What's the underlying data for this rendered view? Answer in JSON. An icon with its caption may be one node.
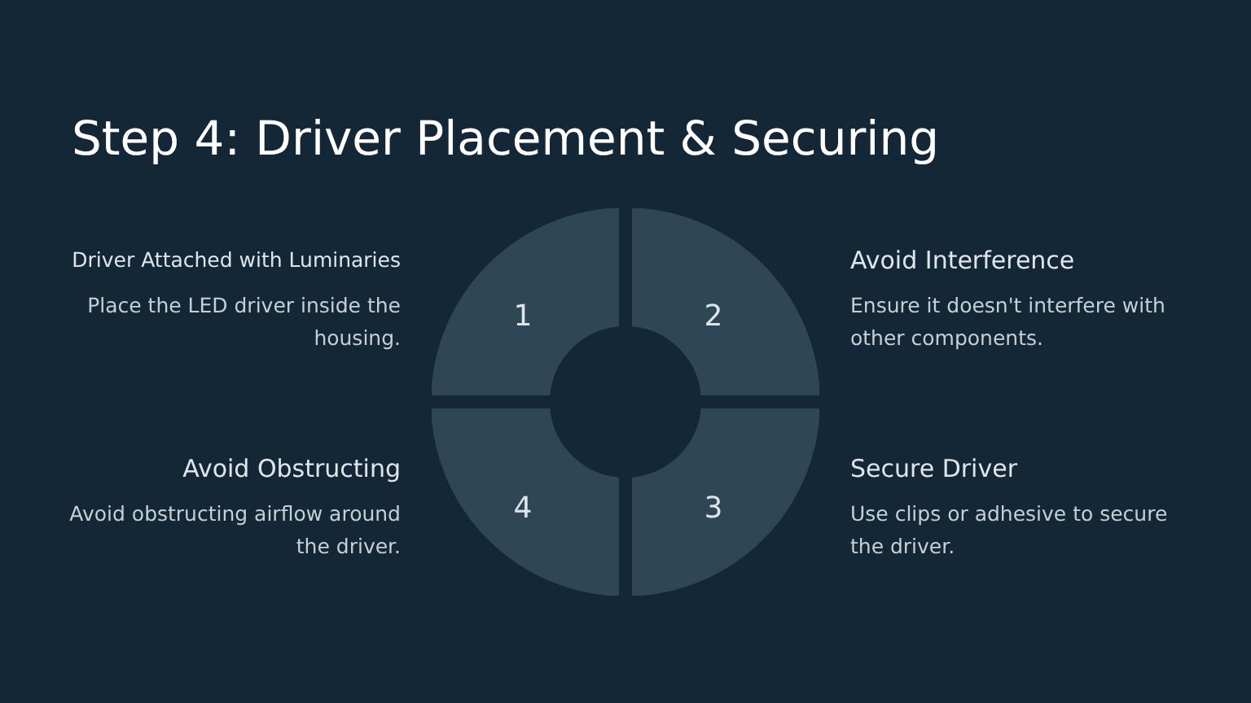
{
  "diagram": {
    "title": "Step 4: Driver Placement & Securing",
    "nodes": [
      {
        "text": [
          "1"
        ],
        "beside": [
          "Driver Attached with Luminaries",
          "Place the LED driver inside the housing."
        ]
      },
      {
        "text": [
          "2"
        ],
        "beside": [
          "Avoid Interference",
          "Ensure it doesn't interfere with other components."
        ]
      },
      {
        "text": [
          "3"
        ],
        "beside": [
          "Secure Driver",
          "Use clips or adhesive to secure the driver."
        ]
      },
      {
        "text": [
          "4"
        ],
        "beside": [
          "Avoid Obstructing",
          "Avoid obstructing airflow around the driver."
        ]
      }
    ]
  }
}
